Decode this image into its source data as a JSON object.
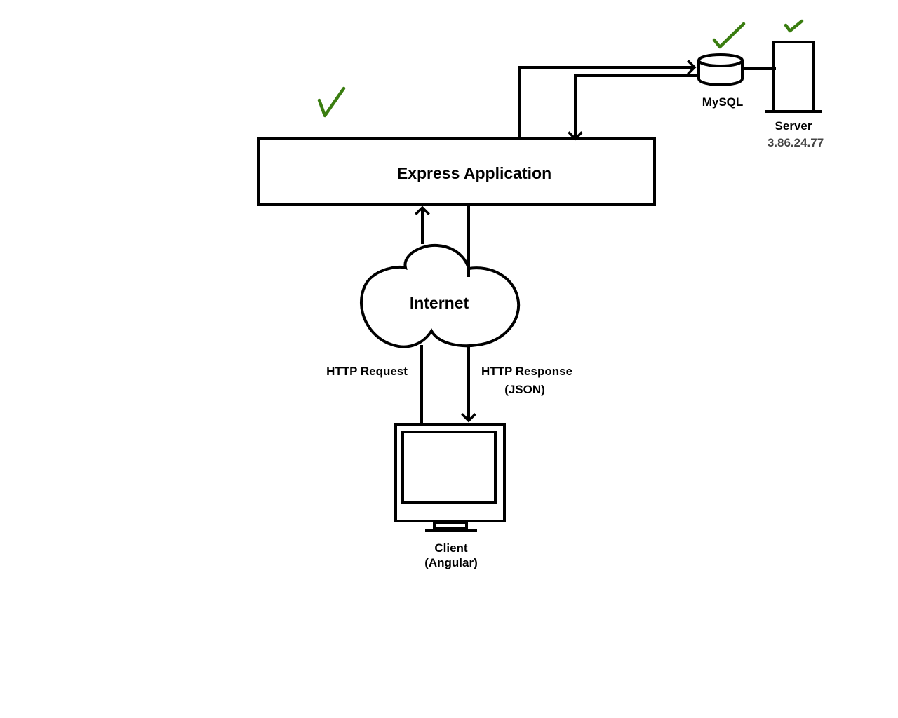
{
  "diagram": {
    "nodes": {
      "express": {
        "label": "Express Application"
      },
      "internet": {
        "label": "Internet"
      },
      "client": {
        "label_line1": "Client",
        "label_line2": "(Angular)"
      },
      "mysql": {
        "label": "MySQL"
      },
      "server": {
        "label": "Server",
        "ip": "3.86.24.77"
      }
    },
    "edges": {
      "http_request": {
        "label": "HTTP Request"
      },
      "http_response": {
        "label_line1": "HTTP Response",
        "label_line2": "(JSON)"
      }
    },
    "colors": {
      "stroke": "#000000",
      "check": "#3a7d10",
      "ip_text": "#444444",
      "background": "#ffffff"
    },
    "status_marks": [
      "check-icon",
      "check-icon",
      "check-icon"
    ]
  }
}
